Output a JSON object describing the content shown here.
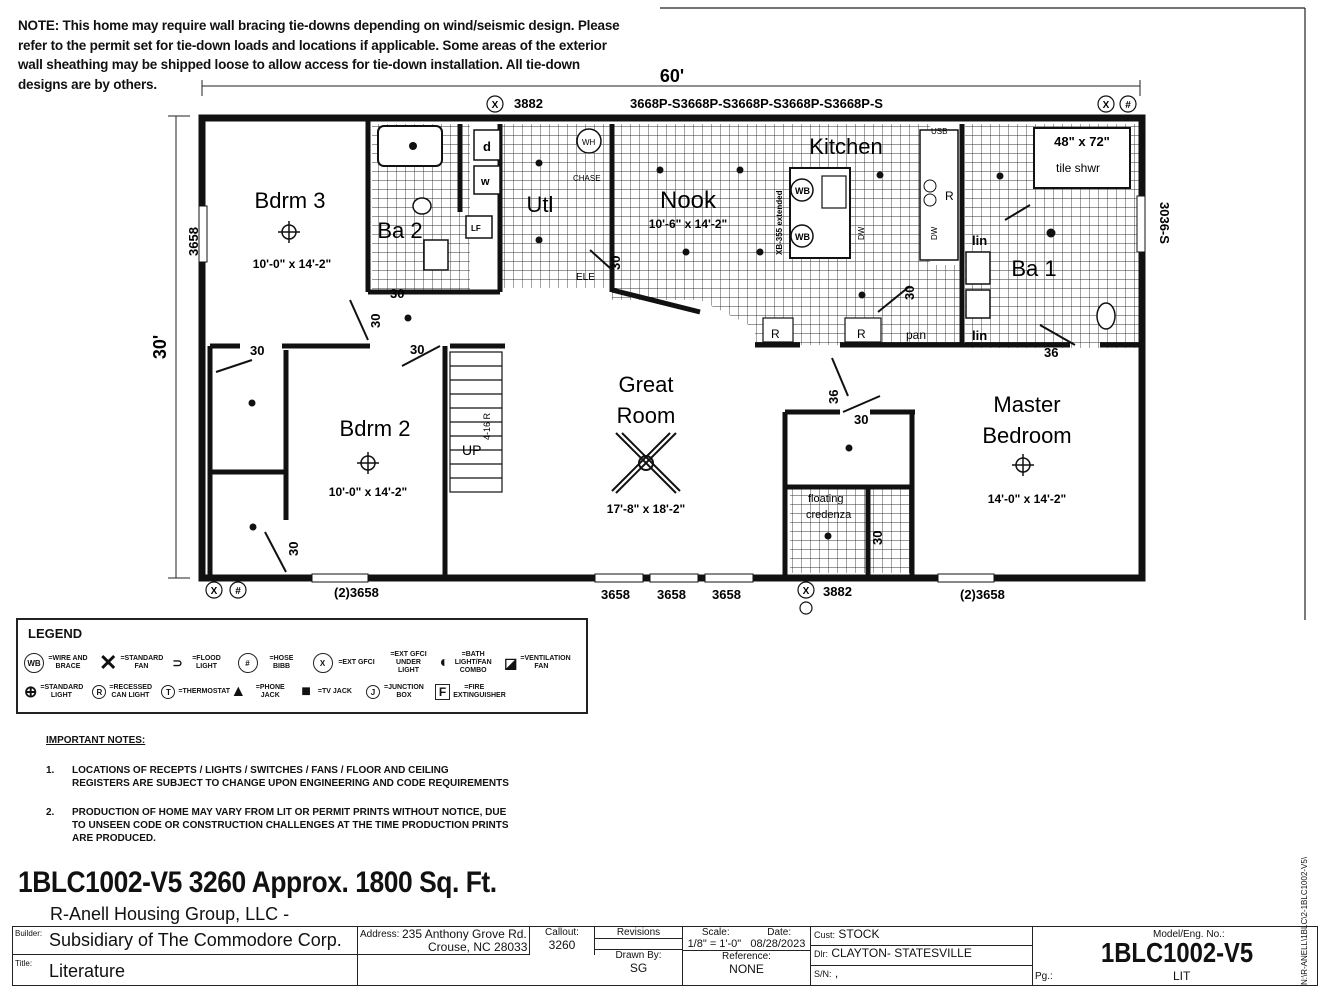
{
  "note": {
    "lines": [
      "NOTE: This home may require wall bracing tie-downs depending on wind/seismic design. Please",
      "refer to the permit set for tie-down loads and locations if applicable. Some areas of the exterior",
      "wall sheathing may be shipped loose to allow access for tie-down installation. All tie-down",
      "designs are by others."
    ]
  },
  "plan": {
    "overall_width": "60'",
    "overall_depth": "30'",
    "left_window": "3658",
    "right_window": "3036-S",
    "top_windows": {
      "left": "3882",
      "center": "3668P-S3668P-S3668P-S3668P-S3668P-S"
    },
    "bottom_windows": {
      "left": "(2)3658",
      "w1": "3658",
      "w2": "3658",
      "w3": "3658",
      "door": "3882",
      "right": "(2)3658"
    },
    "rooms": {
      "bdrm3": {
        "name": "Bdrm 3",
        "size": "10'-0\" x 14'-2\""
      },
      "ba2": {
        "name": "Ba 2"
      },
      "utl": {
        "name": "Utl"
      },
      "nook": {
        "name": "Nook",
        "size": "10'-6\" x 14'-2\""
      },
      "kitchen": {
        "name": "Kitchen"
      },
      "ba1": {
        "name": "Ba 1"
      },
      "bdrm2": {
        "name": "Bdrm 2",
        "size": "10'-0\" x 14'-2\""
      },
      "great_room": {
        "name_line1": "Great",
        "name_line2": "Room",
        "size": "17'-8\" x 18'-2\""
      },
      "master": {
        "name_line1": "Master",
        "name_line2": "Bedroom",
        "size": "14'-0\" x 14'-2\""
      }
    },
    "fixtures": {
      "shower": "48\" x 72\"",
      "shower_note": "tile shwr",
      "dryer": "d",
      "washer": "w",
      "wh": "WH",
      "chase": "CHASE",
      "ele": "ELE",
      "usb": "USB",
      "range": "R",
      "dw": "DW",
      "xb": "XB-355 extended",
      "lin1": "lin",
      "lin2": "lin",
      "pan": "pan",
      "floating": "floating",
      "credenza": "credenza",
      "up": "UP",
      "stair_note": "4-16 R",
      "lf": "LF"
    },
    "doors": [
      "30",
      "30",
      "30",
      "30",
      "30",
      "30",
      "36",
      "36",
      "30",
      "30",
      "30"
    ]
  },
  "legend": {
    "title": "LEGEND",
    "row1": [
      {
        "sym": "WB",
        "label": "=WIRE AND BRACE"
      },
      {
        "sym": "fan",
        "label": "=STANDARD FAN"
      },
      {
        "sym": "flood",
        "label": "=FLOOD LIGHT"
      },
      {
        "sym": "#",
        "label": "=HOSE BIBB"
      },
      {
        "sym": "X",
        "label": "=EXT GFCI"
      },
      {
        "sym": "exhood",
        "label": "=EXT GFCI UNDER LIGHT"
      },
      {
        "sym": "bath",
        "label": "=BATH LIGHT/FAN COMBO"
      },
      {
        "sym": "vent",
        "label": "=VENTILATION FAN"
      }
    ],
    "row2": [
      {
        "sym": "std",
        "label": "=STANDARD LIGHT"
      },
      {
        "sym": "R",
        "label": "=RECESSED CAN LIGHT"
      },
      {
        "sym": "T",
        "label": "=THERMOSTAT"
      },
      {
        "sym": "phone",
        "label": "=PHONE JACK"
      },
      {
        "sym": "tv",
        "label": "=TV JACK"
      },
      {
        "sym": "J",
        "label": "=JUNCTION BOX"
      },
      {
        "sym": "F",
        "label": "=FIRE EXTINGUISHER"
      }
    ]
  },
  "important": {
    "heading": "IMPORTANT NOTES:",
    "items": [
      {
        "num": "1.",
        "line1": "LOCATIONS OF RECEPTS / LIGHTS / SWITCHES / FANS / FLOOR AND CEILING",
        "line2": "REGISTERS ARE SUBJECT TO CHANGE UPON ENGINEERING AND CODE REQUIREMENTS",
        "line3": ""
      },
      {
        "num": "2.",
        "line1": "PRODUCTION OF HOME MAY VARY FROM LIT OR PERMIT PRINTS WITHOUT NOTICE, DUE",
        "line2": "TO UNSEEN CODE OR CONSTRUCTION CHALLENGES AT THE TIME PRODUCTION PRINTS",
        "line3": "ARE PRODUCED."
      }
    ]
  },
  "title": "1BLC1002-V5 3260  Approx. 1800 Sq. Ft.",
  "title_block": {
    "builder_label": "Builder:",
    "builder_line1": "R-Anell Housing Group, LLC -",
    "builder_line2": "Subsidiary of The Commodore Corp.",
    "title_label": "Title:",
    "title_value": "Literature",
    "address_label": "Address:",
    "address_line1": "235 Anthony Grove Rd.",
    "address_line2": "Crouse, NC 28033",
    "callout_label": "Callout:",
    "callout_value": "3260",
    "revisions_label": "Revisions",
    "drawn_label": "Drawn By:",
    "drawn_value": "SG",
    "scale_label": "Scale:",
    "scale_value": "1/8\" = 1'-0\"",
    "date_label": "Date:",
    "date_value": "08/28/2023",
    "reference_label": "Reference:",
    "reference_value": "NONE",
    "cust_label": "Cust:",
    "cust_value": "STOCK",
    "dlr_label": "Dlr:",
    "dlr_value": "CLAYTON- STATESVILLE",
    "sn_label": "S/N:",
    "sn_value": ",",
    "model_label": "Model/Eng. No.:",
    "model_value": "1BLC1002-V5",
    "model_sub": "LIT",
    "pg_label": "Pg.:"
  },
  "side_text": "N:\\R-ANELL\\1BLC\\2-1BLC1002-V5\\"
}
